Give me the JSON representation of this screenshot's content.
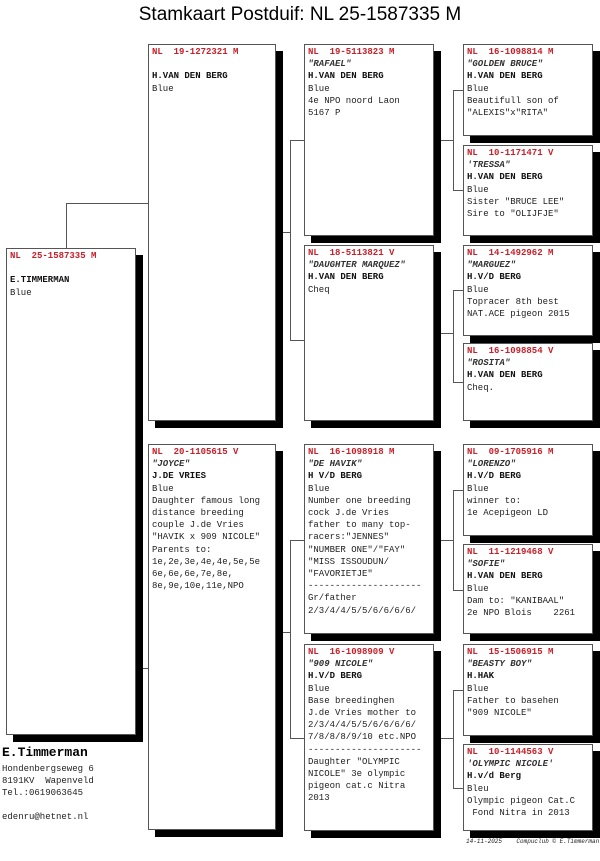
{
  "title": "Stamkaart Postduif: NL  25-1587335 M",
  "pigeons": [
    {
      "slot": "s",
      "ring": "NL  25-1587335 M",
      "name": "",
      "owner": "E.TIMMERMAN",
      "color": "Blue",
      "notes": []
    },
    {
      "slot": "f",
      "ring": "NL  19-1272321 M",
      "name": "",
      "owner": "H.VAN DEN BERG",
      "color": "Blue",
      "notes": []
    },
    {
      "slot": "m",
      "ring": "NL  20-1105615 V",
      "name": "\"JOYCE\"",
      "owner": "J.DE VRIES",
      "color": "Blue",
      "notes": [
        "Daughter famous long",
        "distance breeding",
        "couple J.de Vries",
        "\"HAVIK x 909 NICOLE\"",
        "Parents to:",
        "1e,2e,3e,4e,4e,5e,5e",
        "6e,6e,6e,7e,8e,",
        "8e,9e,10e,11e,NPO"
      ]
    },
    {
      "slot": "ff",
      "ring": "NL  19-5113823 M",
      "name": "\"RAFAEL\"",
      "owner": "H.VAN DEN BERG",
      "color": "Blue",
      "notes": [
        "4e NPO noord Laon",
        "5167 P"
      ]
    },
    {
      "slot": "fm",
      "ring": "NL  18-5113821 V",
      "name": "\"DAUGHTER MARQUEZ\"",
      "owner": "H.VAN DEN BERG",
      "color": "Cheq",
      "notes": []
    },
    {
      "slot": "mf",
      "ring": "NL  16-1098918 M",
      "name": "\"DE HAVIK\"",
      "owner": "H V/D BERG",
      "color": "Blue",
      "notes": [
        "Number one breeding",
        "cock J.de Vries",
        "father to many top-",
        "racers:\"JENNES\"",
        "\"NUMBER ONE\"/\"FAY\"",
        "\"MISS ISSOUDUN/",
        "\"FAVORIETJE\"",
        "---------------------",
        "Gr/father",
        "2/3/4/4/5/5/6/6/6/6/"
      ]
    },
    {
      "slot": "mm",
      "ring": "NL  16-1098909 V",
      "name": "\"909 NICOLE\"",
      "owner": "H.V/D BERG",
      "color": "Blue",
      "notes": [
        "Base breedinghen",
        "J.de Vries mother to",
        "2/3/4/4/5/5/6/6/6/6/",
        "7/8/8/8/9/10 etc.NPO",
        "---------------------",
        "Daughter \"OLYMPIC",
        "NICOLE\" 3e olympic",
        "pigeon cat.c Nitra",
        "2013"
      ]
    },
    {
      "slot": "fff",
      "ring": "NL  16-1098814 M",
      "name": "\"GOLDEN BRUCE\"",
      "owner": "H.VAN DEN BERG",
      "color": "Blue",
      "notes": [
        "Beautifull son of",
        "\"ALEXIS\"x\"RITA\""
      ]
    },
    {
      "slot": "ffm",
      "ring": "NL  10-1171471 V",
      "name": "'TRESSA\"",
      "owner": "H.VAN DEN BERG",
      "color": "Blue",
      "notes": [
        "Sister \"BRUCE LEE\"",
        "Sire to \"OLIJFJE\""
      ]
    },
    {
      "slot": "fmf",
      "ring": "NL  14-1492962 M",
      "name": "\"MARGUEZ\"",
      "owner": "H.V/D BERG",
      "color": "Blue",
      "notes": [
        "Topracer 8th best",
        "NAT.ACE pigeon 2015"
      ]
    },
    {
      "slot": "fmm",
      "ring": "NL  16-1098854 V",
      "name": "\"ROSITA\"",
      "owner": "H.VAN DEN BERG",
      "color": "Cheq.",
      "notes": []
    },
    {
      "slot": "mff",
      "ring": "NL  09-1705916 M",
      "name": "\"LORENZO\"",
      "owner": "H.V/D BERG",
      "color": "Blue",
      "notes": [
        "winner to:",
        "1e Acepigeon LD"
      ]
    },
    {
      "slot": "mfm",
      "ring": "NL  11-1219468 V",
      "name": "\"SOFIE\"",
      "owner": "H.VAN DEN BERG",
      "color": "Blue",
      "notes": [
        "Dam to: \"KANIBAAL\"",
        "2e NPO Blois    2261"
      ]
    },
    {
      "slot": "mmf",
      "ring": "NL  15-1506915 M",
      "name": "\"BEASTY BOY\"",
      "owner": "H.HAK",
      "color": "Blue",
      "notes": [
        "Father to basehen",
        "\"909 NICOLE\""
      ]
    },
    {
      "slot": "mmm",
      "ring": "NL  10-1144563 V",
      "name": "'OLYMPIC NICOLE'",
      "owner": "H.v/d Berg",
      "color": "Bleu",
      "notes": [
        "Olympic pigeon Cat.C",
        " Fond Nitra in 2013"
      ]
    }
  ],
  "breeder": {
    "name": "E.Timmerman",
    "street": "Hondenbergseweg 6",
    "city": "8191KV  Wapenveld",
    "phone": "Tel.:0619063645",
    "email": "edenru@hetnet.nl"
  },
  "footer": {
    "date": "14-11-2025",
    "credit": "Compuclub © E.Timmerman"
  }
}
